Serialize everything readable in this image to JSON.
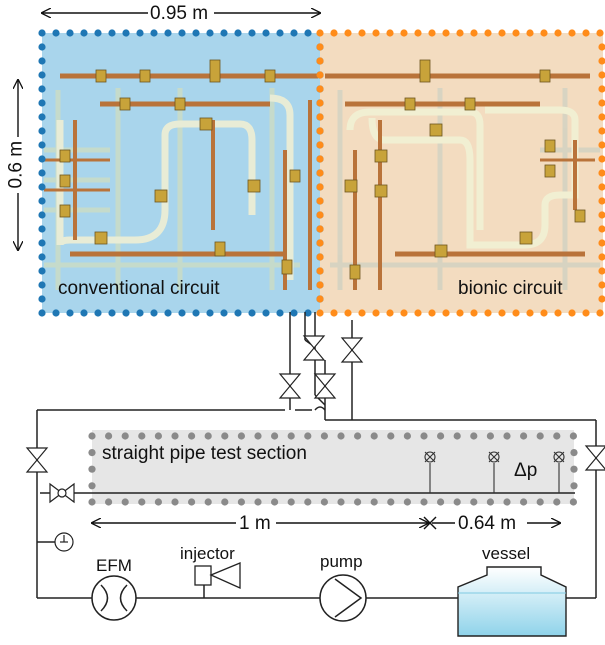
{
  "dimensions": {
    "circuit_width": "0.95 m",
    "circuit_height": "0.6 m",
    "test_length": "1 m",
    "pressure_tap_span": "0.64 m"
  },
  "labels": {
    "conventional": "conventional circuit",
    "bionic": "bionic circuit",
    "test_section": "straight pipe test section",
    "delta_p": "Δp",
    "efm": "EFM",
    "injector": "injector",
    "pump": "pump",
    "vessel": "vessel"
  },
  "colors": {
    "conventional_fill": "#a9d5ec",
    "conventional_dot": "#1f77b4",
    "bionic_fill": "#f3dcc0",
    "bionic_dot": "#ff8c1a",
    "test_fill": "#e6e6e6",
    "test_dot": "#8a8a8a",
    "vessel_fill": "#a8dced",
    "pipe_line": "#222222"
  },
  "icons": [
    "valve-icon",
    "gauge-icon",
    "pump-icon",
    "flowmeter-icon",
    "injector-icon",
    "vessel-icon",
    "pressure-tap-icon"
  ]
}
